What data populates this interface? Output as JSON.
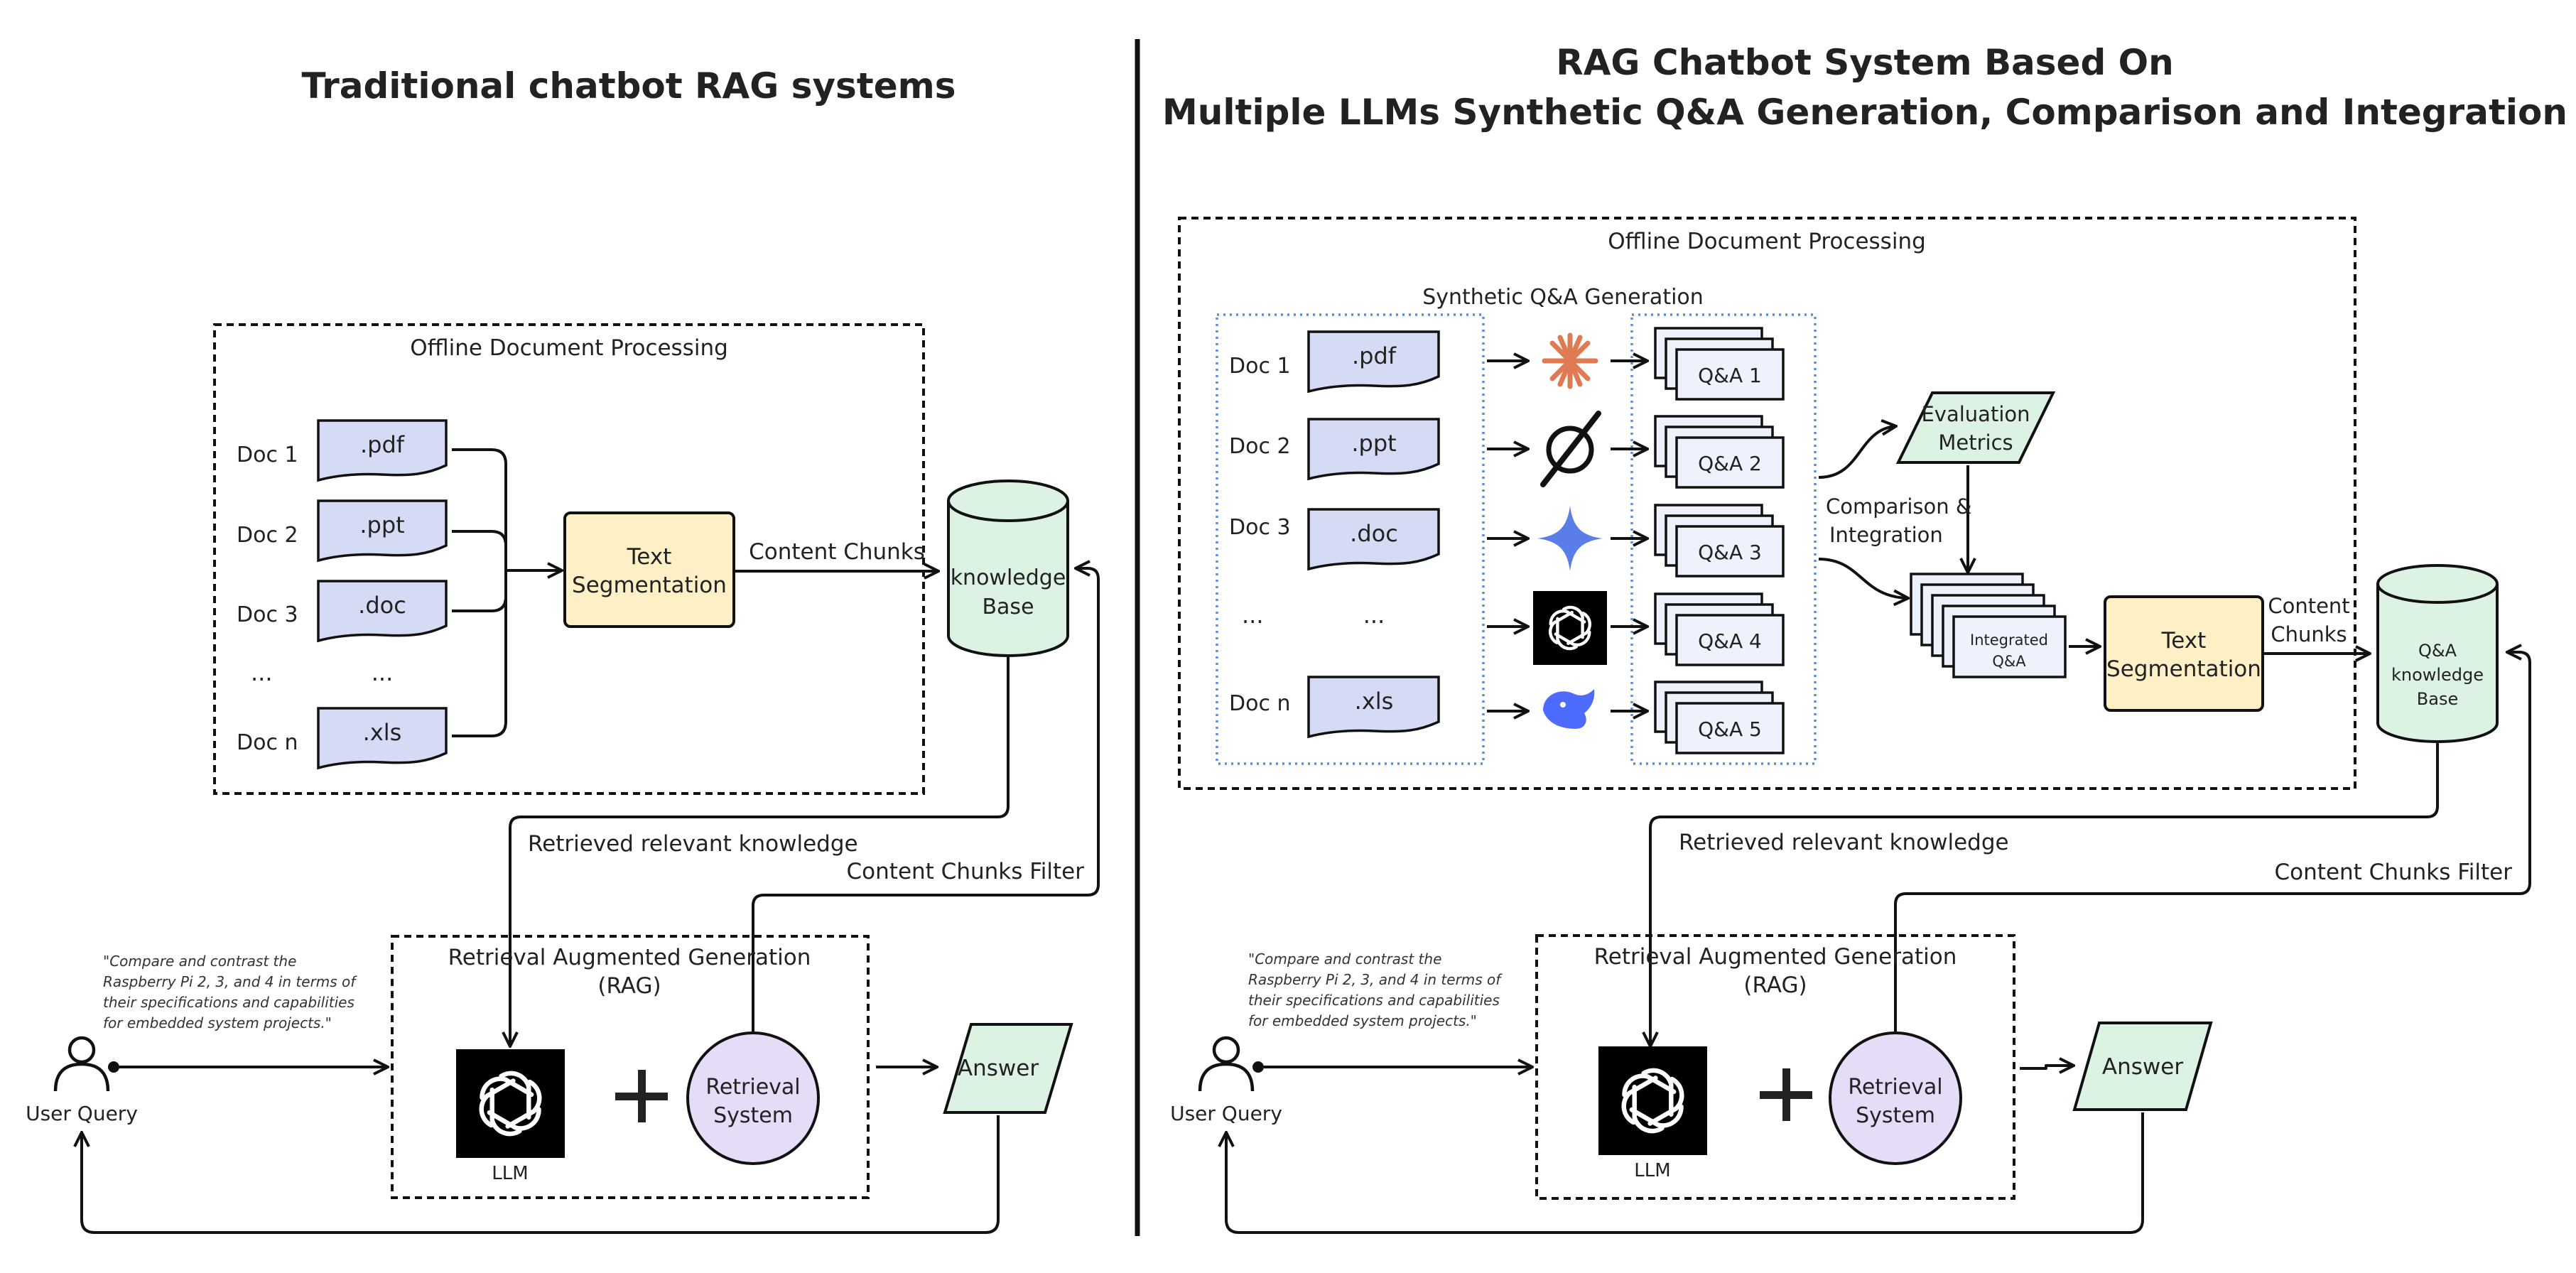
{
  "left": {
    "title": "Traditional chatbot RAG systems",
    "offline_label": "Offline Document Processing",
    "docs": [
      {
        "name": "Doc 1",
        "type": ".pdf"
      },
      {
        "name": "Doc 2",
        "type": ".ppt"
      },
      {
        "name": "Doc 3",
        "type": ".doc"
      },
      {
        "name": "...",
        "type": "..."
      },
      {
        "name": "Doc n",
        "type": ".xls"
      }
    ],
    "text_seg": [
      "Text",
      "Segmentation"
    ],
    "content_chunks": "Content Chunks",
    "kb": [
      "knowledge",
      "Base"
    ],
    "retrieved": "Retrieved relevant knowledge",
    "filter": "Content Chunks Filter",
    "rag": [
      "Retrieval Augmented Generation",
      "(RAG)"
    ],
    "llm_label": "LLM",
    "retrieval": [
      "Retrieval",
      "System"
    ],
    "answer": "Answer",
    "user_query": "User Query",
    "query_text": [
      "\"Compare and contrast the",
      "Raspberry Pi 2, 3, and 4 in terms of",
      "their specifications and capabilities",
      "for embedded system projects.\""
    ]
  },
  "right": {
    "title": [
      "RAG Chatbot System Based On",
      "Multiple LLMs Synthetic Q&A Generation, Comparison and Integration"
    ],
    "offline_label": "Offline Document Processing",
    "synthetic_label": "Synthetic Q&A Generation",
    "docs": [
      {
        "name": "Doc 1",
        "type": ".pdf"
      },
      {
        "name": "Doc 2",
        "type": ".ppt"
      },
      {
        "name": "Doc 3",
        "type": ".doc"
      },
      {
        "name": "...",
        "type": "..."
      },
      {
        "name": "Doc n",
        "type": ".xls"
      }
    ],
    "qa": [
      "Q&A 1",
      "Q&A 2",
      "Q&A 3",
      "Q&A 4",
      "Q&A 5"
    ],
    "eval": [
      "Evaluation",
      "Metrics"
    ],
    "compare": [
      "Comparison &",
      "Integration"
    ],
    "integrated": [
      "Integrated",
      "Q&A"
    ],
    "text_seg": [
      "Text",
      "Segmentation"
    ],
    "content_chunks": [
      "Content",
      "Chunks"
    ],
    "kb": [
      "Q&A",
      "knowledge",
      "Base"
    ],
    "retrieved": "Retrieved relevant knowledge",
    "filter": "Content Chunks Filter",
    "rag": [
      "Retrieval Augmented Generation",
      "(RAG)"
    ],
    "llm_label": "LLM",
    "retrieval": [
      "Retrieval",
      "System"
    ],
    "answer": "Answer",
    "user_query": "User Query",
    "query_text": [
      "\"Compare and contrast the",
      "Raspberry Pi 2, 3, and 4 in terms of",
      "their specifications and capabilities",
      "for embedded system projects.\""
    ]
  },
  "colors": {
    "doc_fill": "#d6dbf5",
    "seg_fill": "#fdf0c6",
    "kb_fill": "#dcf3e4",
    "answer_fill": "#dcf3e4",
    "retrieval_fill": "#e6dcf8",
    "qa_fill": "#eef2fc",
    "blue_dot": "#5b8bd6",
    "claude": "#e07a52",
    "gemini": "#5b7de8",
    "deepseek": "#4d6bfe"
  },
  "icons": [
    "openai-icon",
    "claude-icon",
    "grok-icon",
    "gemini-icon",
    "deepseek-icon",
    "user-icon"
  ]
}
